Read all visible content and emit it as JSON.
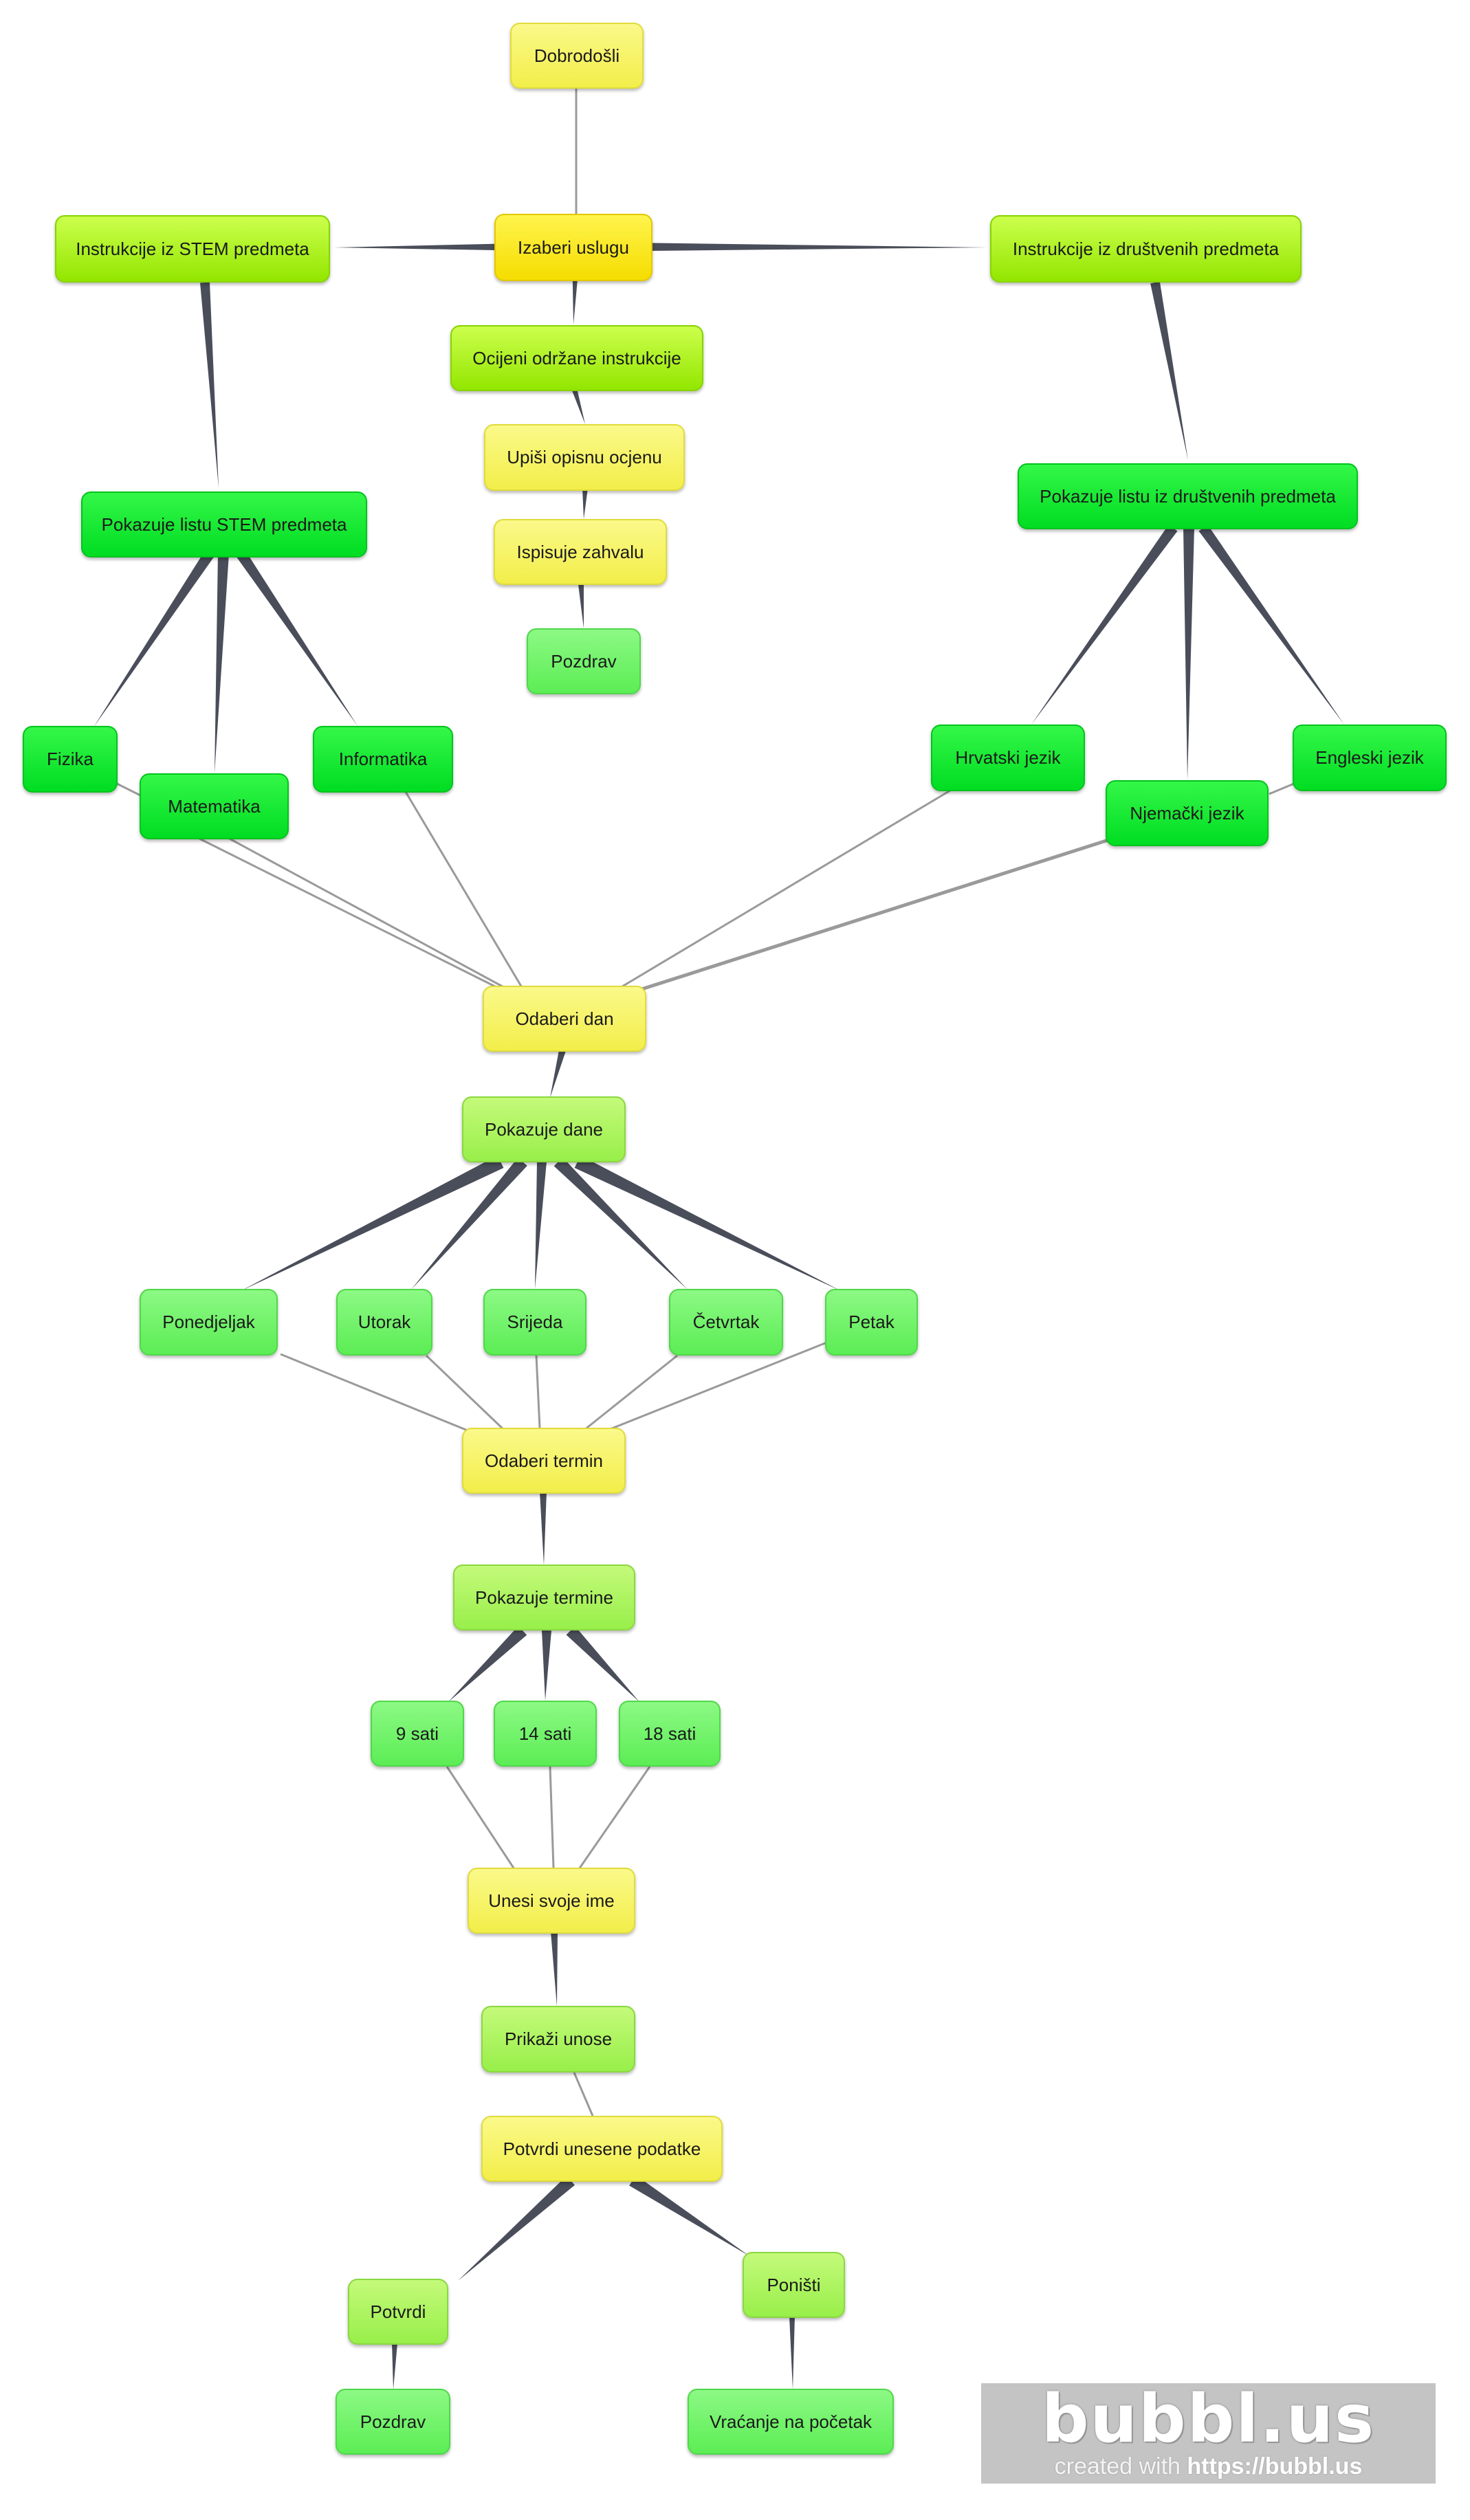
{
  "nodes": {
    "dobrodosli": "Dobrodošli",
    "izaberi_uslugu": "Izaberi uslugu",
    "instrukcije_stem": "Instrukcije iz STEM predmeta",
    "instrukcije_drustvenih": "Instrukcije iz društvenih predmeta",
    "ocijeni": "Ocijeni održane instrukcije",
    "upisi_ocjenu": "Upiši opisnu ocjenu",
    "ispisuje_zahvalu": "Ispisuje zahvalu",
    "pozdrav_top": "Pozdrav",
    "lista_stem": "Pokazuje listu STEM predmeta",
    "lista_drustvenih": "Pokazuje listu iz društvenih predmeta",
    "fizika": "Fizika",
    "matematika": "Matematika",
    "informatika": "Informatika",
    "hrvatski": "Hrvatski jezik",
    "engleski": "Engleski jezik",
    "njemacki": "Njemački jezik",
    "odaberi_dan": "Odaberi dan",
    "pokazuje_dane": "Pokazuje dane",
    "ponedjeljak": "Ponedjeljak",
    "utorak": "Utorak",
    "srijeda": "Srijeda",
    "cetvrtak": "Četvrtak",
    "petak": "Petak",
    "odaberi_termin": "Odaberi termin",
    "pokazuje_termine": "Pokazuje termine",
    "t9": "9 sati",
    "t14": "14 sati",
    "t18": "18 sati",
    "unesi_ime": "Unesi svoje ime",
    "prikazi_unose": "Prikaži unose",
    "potvrdi_unesene": "Potvrdi unesene podatke",
    "potvrdi": "Potvrdi",
    "ponisti": "Poništi",
    "pozdrav_bottom": "Pozdrav",
    "vracanje": "Vraćanje na početak"
  },
  "watermark": {
    "logo": "bubbl.us",
    "created_with": "created with ",
    "url": "https://bubbl.us"
  },
  "colors": {
    "yellow": "#f2ee4a",
    "yellow_orange": "#f5dd00",
    "lime": "#93e600",
    "green": "#00dd22",
    "mid_green": "#5ced55",
    "pale_green": "#98ef4a",
    "thick_edge": "#4a4e5a",
    "thin_edge": "#9a9a9a"
  }
}
